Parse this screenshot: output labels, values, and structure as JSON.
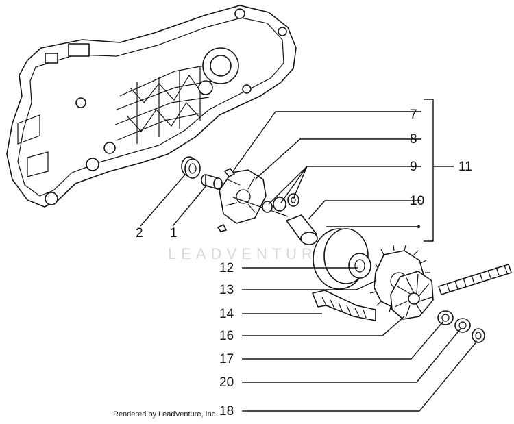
{
  "diagram": {
    "watermark": "LEADVENTURE",
    "credit": "Rendered by LeadVenture, Inc.",
    "callouts": [
      "7",
      "8",
      "9",
      "10",
      "11",
      "1",
      "2",
      "12",
      "13",
      "14",
      "16",
      "17",
      "20",
      "18"
    ]
  },
  "colors": {
    "line": "#111111",
    "watermark": "#d8d8d8",
    "background": "#ffffff"
  },
  "icons": [
    "crankcase-drawing",
    "pulley-assembly-drawing",
    "drive-belt-drawing"
  ]
}
